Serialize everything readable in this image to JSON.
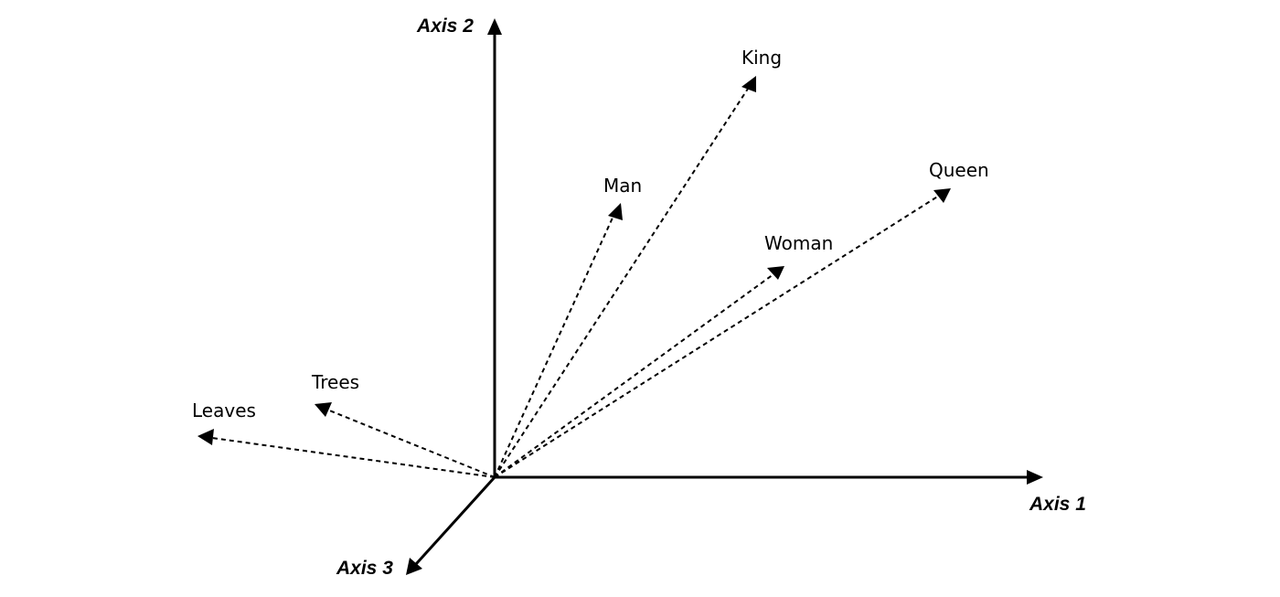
{
  "axes": {
    "axis1": {
      "label": "Axis 1"
    },
    "axis2": {
      "label": "Axis 2"
    },
    "axis3": {
      "label": "Axis 3"
    }
  },
  "vectors": [
    {
      "label": "King"
    },
    {
      "label": "Man"
    },
    {
      "label": "Queen"
    },
    {
      "label": "Woman"
    },
    {
      "label": "Trees"
    },
    {
      "label": "Leaves"
    }
  ],
  "colors": {
    "ink": "#000000",
    "background": "#ffffff"
  }
}
